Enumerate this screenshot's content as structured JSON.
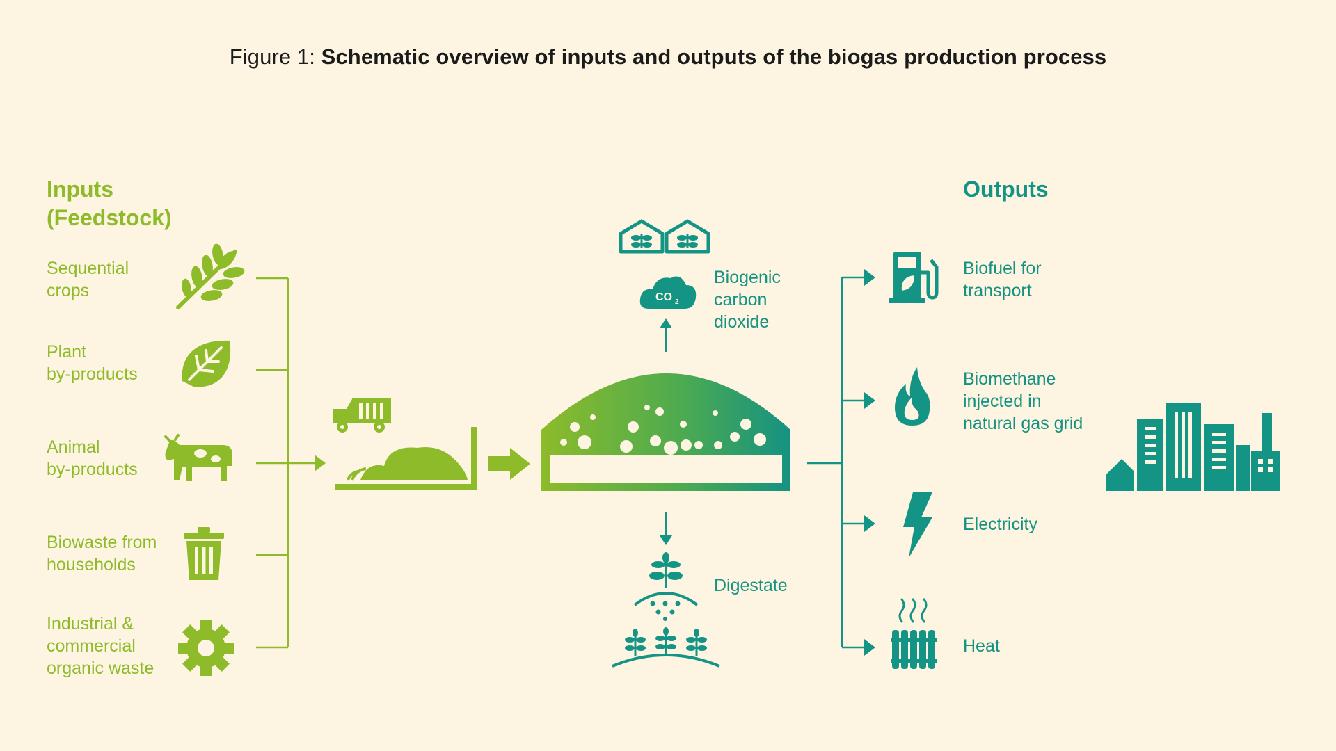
{
  "title": {
    "prefix": "Figure 1:",
    "main": "Schematic overview of inputs and outputs of the biogas production process"
  },
  "inputs": {
    "heading_line1": "Inputs",
    "heading_line2": "(Feedstock)",
    "items": [
      {
        "line1": "Sequential",
        "line2": "crops",
        "line3": "",
        "icon": "wheat-icon"
      },
      {
        "line1": "Plant",
        "line2": "by-products",
        "line3": "",
        "icon": "leaf-icon"
      },
      {
        "line1": "Animal",
        "line2": "by-products",
        "line3": "",
        "icon": "cow-icon"
      },
      {
        "line1": "Biowaste from",
        "line2": "households",
        "line3": "",
        "icon": "trash-bin-icon"
      },
      {
        "line1": "Industrial &",
        "line2": "commercial",
        "line3": "organic waste",
        "icon": "gear-icon"
      }
    ]
  },
  "process": {
    "co2_line1": "Biogenic",
    "co2_line2": "carbon",
    "co2_line3": "dioxide",
    "co2_badge": "CO",
    "co2_sub": "2",
    "digestate": "Digestate"
  },
  "outputs": {
    "heading": "Outputs",
    "items": [
      {
        "line1": "Biofuel for",
        "line2": "transport",
        "line3": "",
        "icon": "fuel-pump-icon"
      },
      {
        "line1": "Biomethane",
        "line2": "injected in",
        "line3": "natural gas grid",
        "icon": "flame-icon"
      },
      {
        "line1": "Electricity",
        "line2": "",
        "line3": "",
        "icon": "lightning-icon"
      },
      {
        "line1": "Heat",
        "line2": "",
        "line3": "",
        "icon": "radiator-icon"
      }
    ]
  },
  "colors": {
    "background": "#fdf4e1",
    "input_green": "#8dbb2a",
    "output_teal": "#149485",
    "title_text": "#1b1b1b"
  }
}
